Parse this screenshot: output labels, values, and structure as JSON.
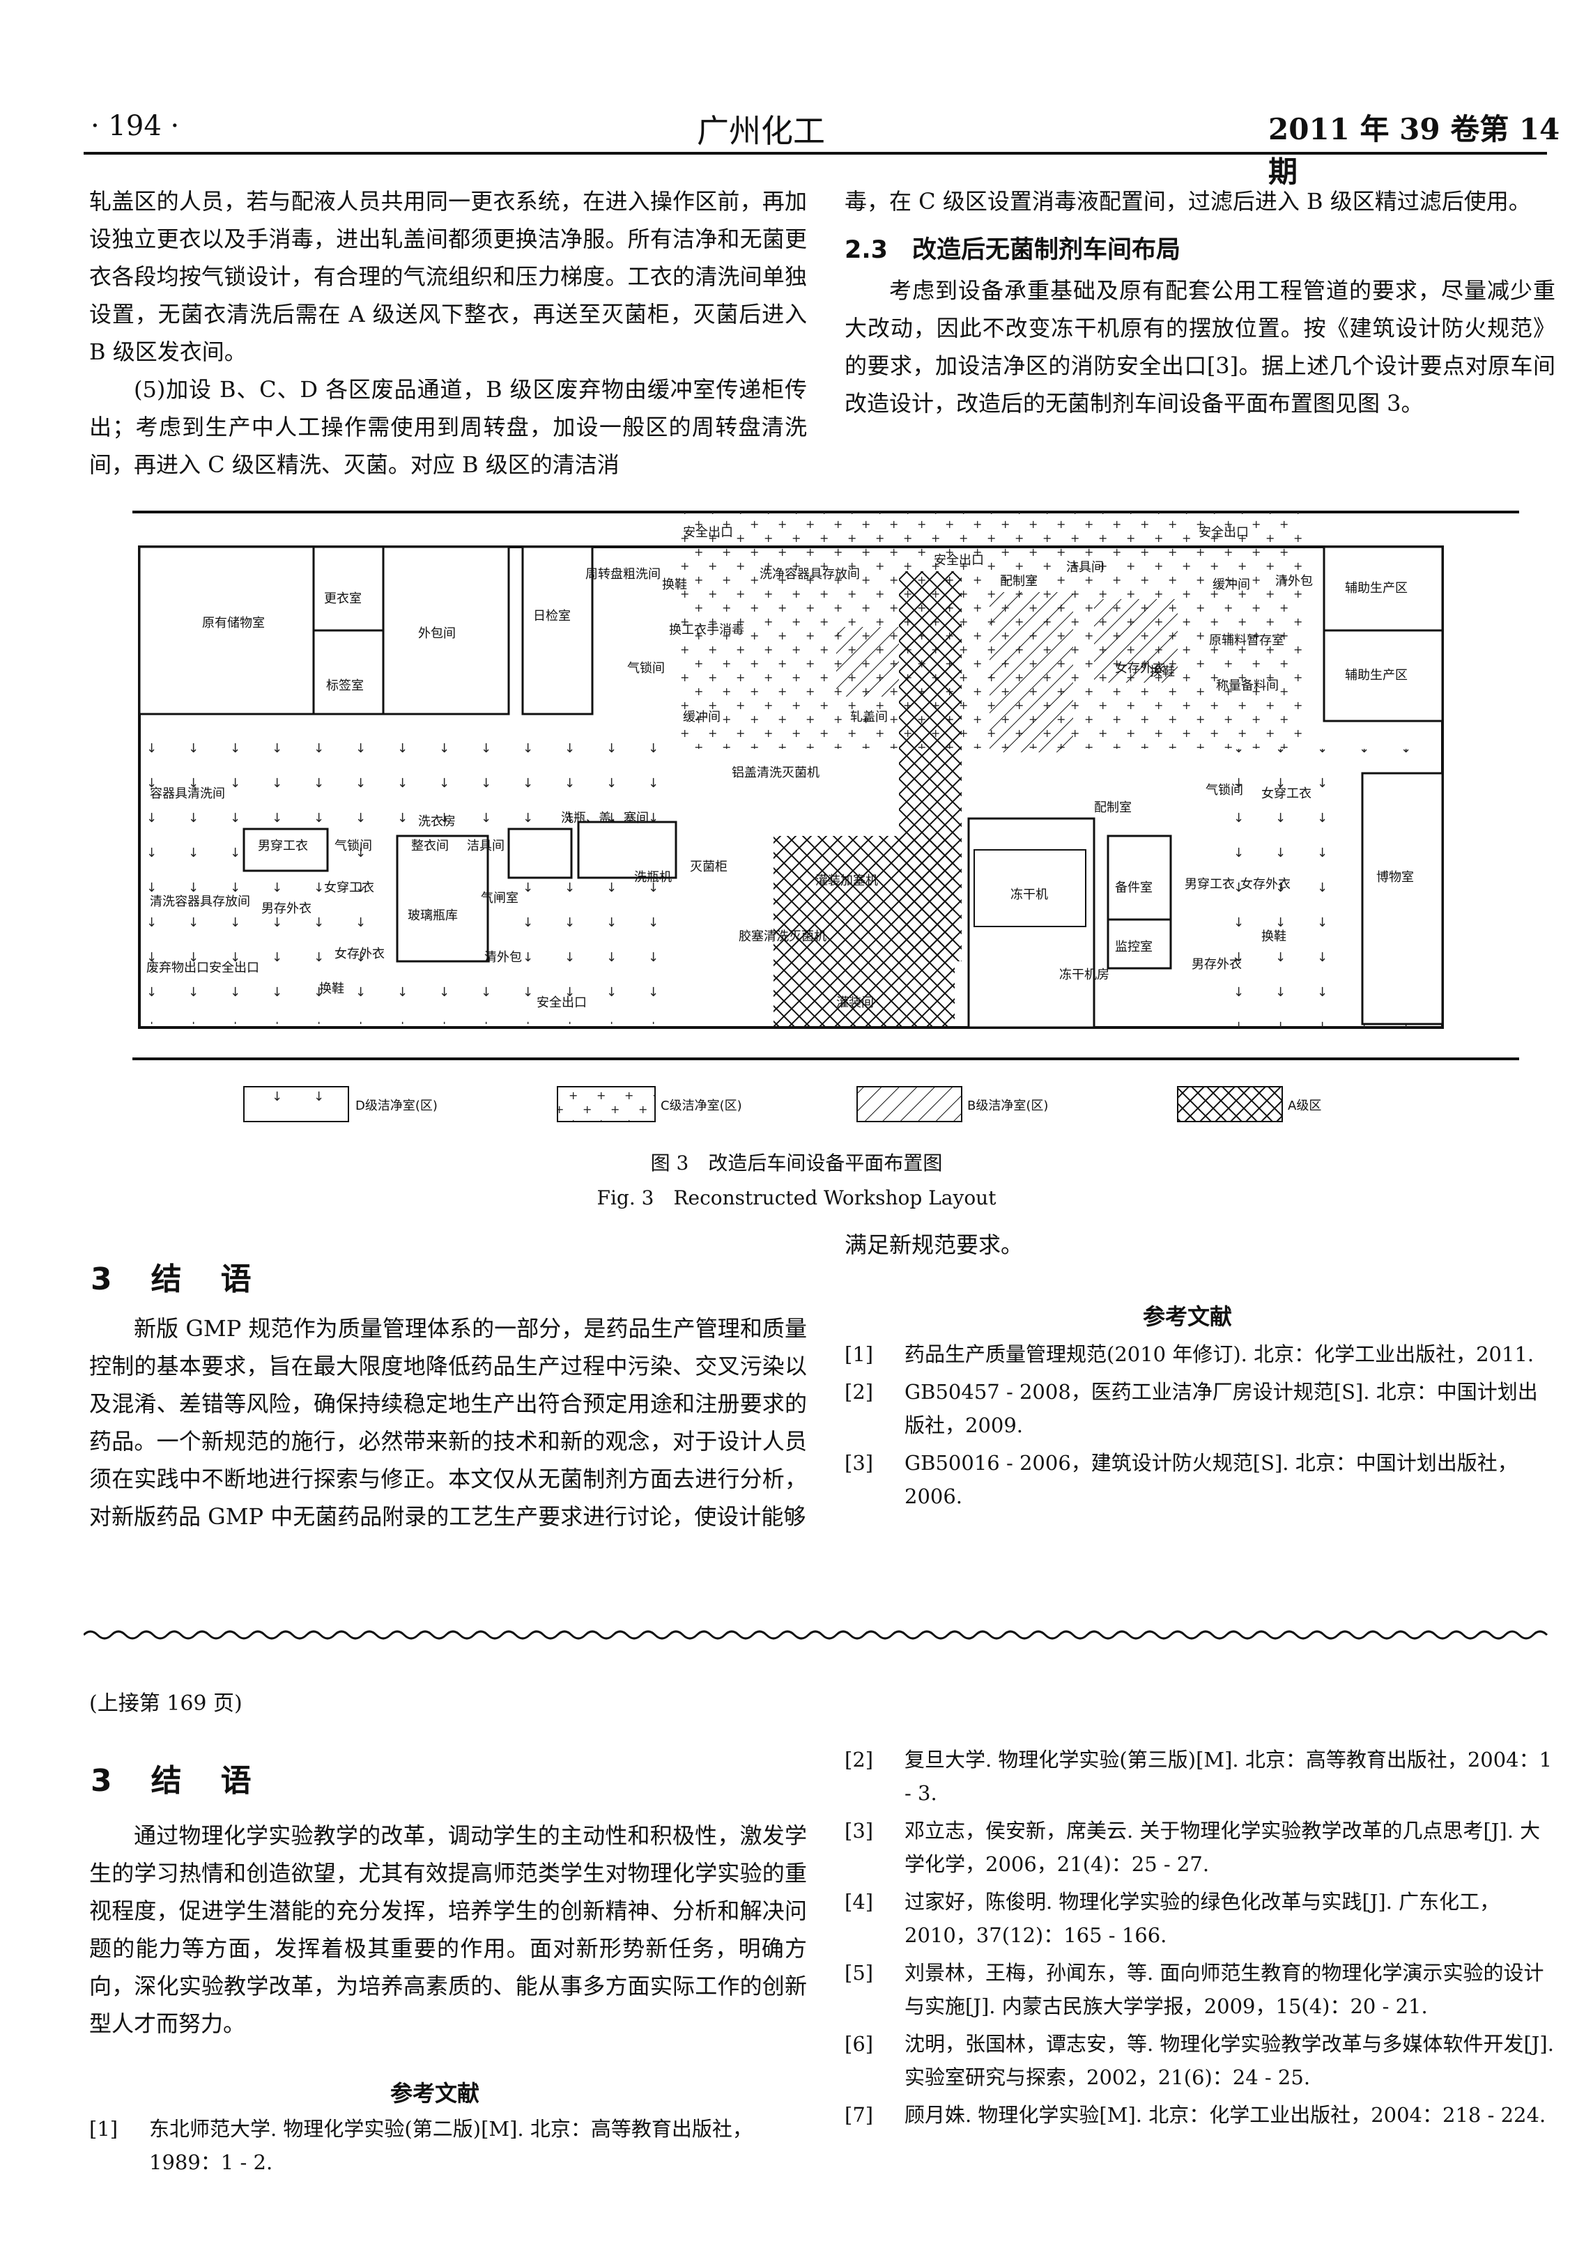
{
  "header": {
    "page_no": "· 194 ·",
    "journal": "广州化工",
    "issue": "2011 年 39 卷第 14 期"
  },
  "left_col": {
    "p1": "轧盖区的人员，若与配液人员共用同一更衣系统，在进入操作区前，再加设独立更衣以及手消毒，进出轧盖间都须更换洁净服。所有洁净和无菌更衣各段均按气锁设计，有合理的气流组织和压力梯度。工衣的清洗间单独设置，无菌衣清洗后需在 A 级送风下整衣，再送至灭菌柜，灭菌后进入 B 级区发衣间。",
    "p2": "(5)加设 B、C、D 各区废品通道，B 级区废弃物由缓冲室传递柜传出；考虑到生产中人工操作需使用到周转盘，加设一般区的周转盘清洗间，再进入 C 级区精洗、灭菌。对应 B 级区的清洁消"
  },
  "right_col": {
    "p1": "毒，在 C 级区设置消毒液配置间，过滤后进入 B 级区精过滤后使用。",
    "section": "2.3　改造后无菌制剂车间布局",
    "p2": "考虑到设备承重基础及原有配套公用工程管道的要求，尽量减少重大改动，因此不改变冻干机原有的摆放位置。按《建筑设计防火规范》的要求，加设洁净区的消防安全出口[3]。据上述几个设计要点对原车间改造设计，改造后的无菌制剂车间设备平面布置图见图 3。"
  },
  "figure": {
    "rooms": [
      "原有\n储物室",
      "更衣室",
      "外包间",
      "标签室",
      "日检室",
      "周转盘\n粗洗间",
      "换鞋",
      "洗净容器\n具存放间",
      "配制室",
      "洁具间",
      "清外包",
      "辅助生产区",
      "辅助生产区",
      "原辅料暂存室",
      "称量备料间",
      "缓冲间",
      "气锁间",
      "换工衣\n手消毒",
      "安全出口",
      "安全出口",
      "安全\n出口",
      "轧盖间",
      "缓冲间",
      "铝盖清洗\n灭菌机",
      "洗瓶、盖、塞间",
      "洗瓶机",
      "灭菌柜",
      "胶塞清洗\n灭菌机",
      "容器具\n清洗间",
      "男穿工衣",
      "气锁间",
      "洗衣房",
      "整衣间",
      "洁具间",
      "女穿工衣",
      "气闸室",
      "清洗容器\n具存放间",
      "男存外衣",
      "玻璃瓶库",
      "女存外衣",
      "清外包",
      "废弃物出口",
      "安全出口",
      "换鞋",
      "安全出口",
      "冻干机",
      "冻干机房",
      "灌装间",
      "灌装加塞机",
      "备件室",
      "监控室",
      "男穿工衣",
      "女存外衣",
      "男存外衣",
      "换鞋",
      "博物室",
      "女穿工衣",
      "气锁间",
      "配制室",
      "换鞋",
      "女存外衣"
    ],
    "legend": [
      "D级洁净室(区)",
      "C级洁净室(区)",
      "B级洁净室(区)",
      "A级区"
    ],
    "caption_cn": "图 3　改造后车间设备平面布置图",
    "caption_en": "Fig. 3　Reconstructed Workshop Layout"
  },
  "section3": {
    "title": "3　结　语",
    "body": "新版 GMP 规范作为质量管理体系的一部分，是药品生产管理和质量控制的基本要求，旨在最大限度地降低药品生产过程中污染、交叉污染以及混淆、差错等风险，确保持续稳定地生产出符合预定用途和注册要求的药品。一个新规范的施行，必然带来新的技术和新的观念，对于设计人员须在实践中不断地进行探索与修正。本文仅从无菌制剂方面去进行分析，对新版药品 GMP 中无菌药品附录的工艺生产要求进行讨论，使设计能够",
    "cont": "满足新规范要求。"
  },
  "refs1": {
    "title": "参考文献",
    "items": [
      {
        "n": "[1]",
        "t": "药品生产质量管理规范(2010 年修订). 北京：化学工业出版社，2011."
      },
      {
        "n": "[2]",
        "t": "GB50457 - 2008，医药工业洁净厂房设计规范[S]. 北京：中国计划出版社，2009."
      },
      {
        "n": "[3]",
        "t": "GB50016 - 2006，建筑设计防火规范[S]. 北京：中国计划出版社，2006."
      }
    ]
  },
  "article2": {
    "continued": "(上接第 169 页)",
    "title": "3　结　语",
    "body": "通过物理化学实验教学的改革，调动学生的主动性和积极性，激发学生的学习热情和创造欲望，尤其有效提高师范类学生对物理化学实验的重视程度，促进学生潜能的充分发挥，培养学生的创新精神、分析和解决问题的能力等方面，发挥着极其重要的作用。面对新形势新任务，明确方向，深化实验教学改革，为培养高素质的、能从事多方面实际工作的创新型人才而努力。",
    "refs_title": "参考文献",
    "refs_left": [
      {
        "n": "[1]",
        "t": "东北师范大学. 物理化学实验(第二版)[M]. 北京：高等教育出版社，1989：1 - 2."
      }
    ],
    "refs_right": [
      {
        "n": "[2]",
        "t": "复旦大学. 物理化学实验(第三版)[M]. 北京：高等教育出版社，2004：1 - 3."
      },
      {
        "n": "[3]",
        "t": "邓立志，侯安新，席美云. 关于物理化学实验教学改革的几点思考[J]. 大学化学，2006，21(4)：25 - 27."
      },
      {
        "n": "[4]",
        "t": "过家好，陈俊明. 物理化学实验的绿色化改革与实践[J]. 广东化工，2010，37(12)：165 - 166."
      },
      {
        "n": "[5]",
        "t": "刘景林，王梅，孙闻东，等. 面向师范生教育的物理化学演示实验的设计与实施[J]. 内蒙古民族大学学报，2009，15(4)：20 - 21."
      },
      {
        "n": "[6]",
        "t": "沈明，张国林，谭志安，等. 物理化学实验教学改革与多媒体软件开发[J]. 实验室研究与探索，2002，21(6)：24 - 25."
      },
      {
        "n": "[7]",
        "t": "顾月姝. 物理化学实验[M]. 北京：化学工业出版社，2004：218 - 224."
      }
    ]
  }
}
